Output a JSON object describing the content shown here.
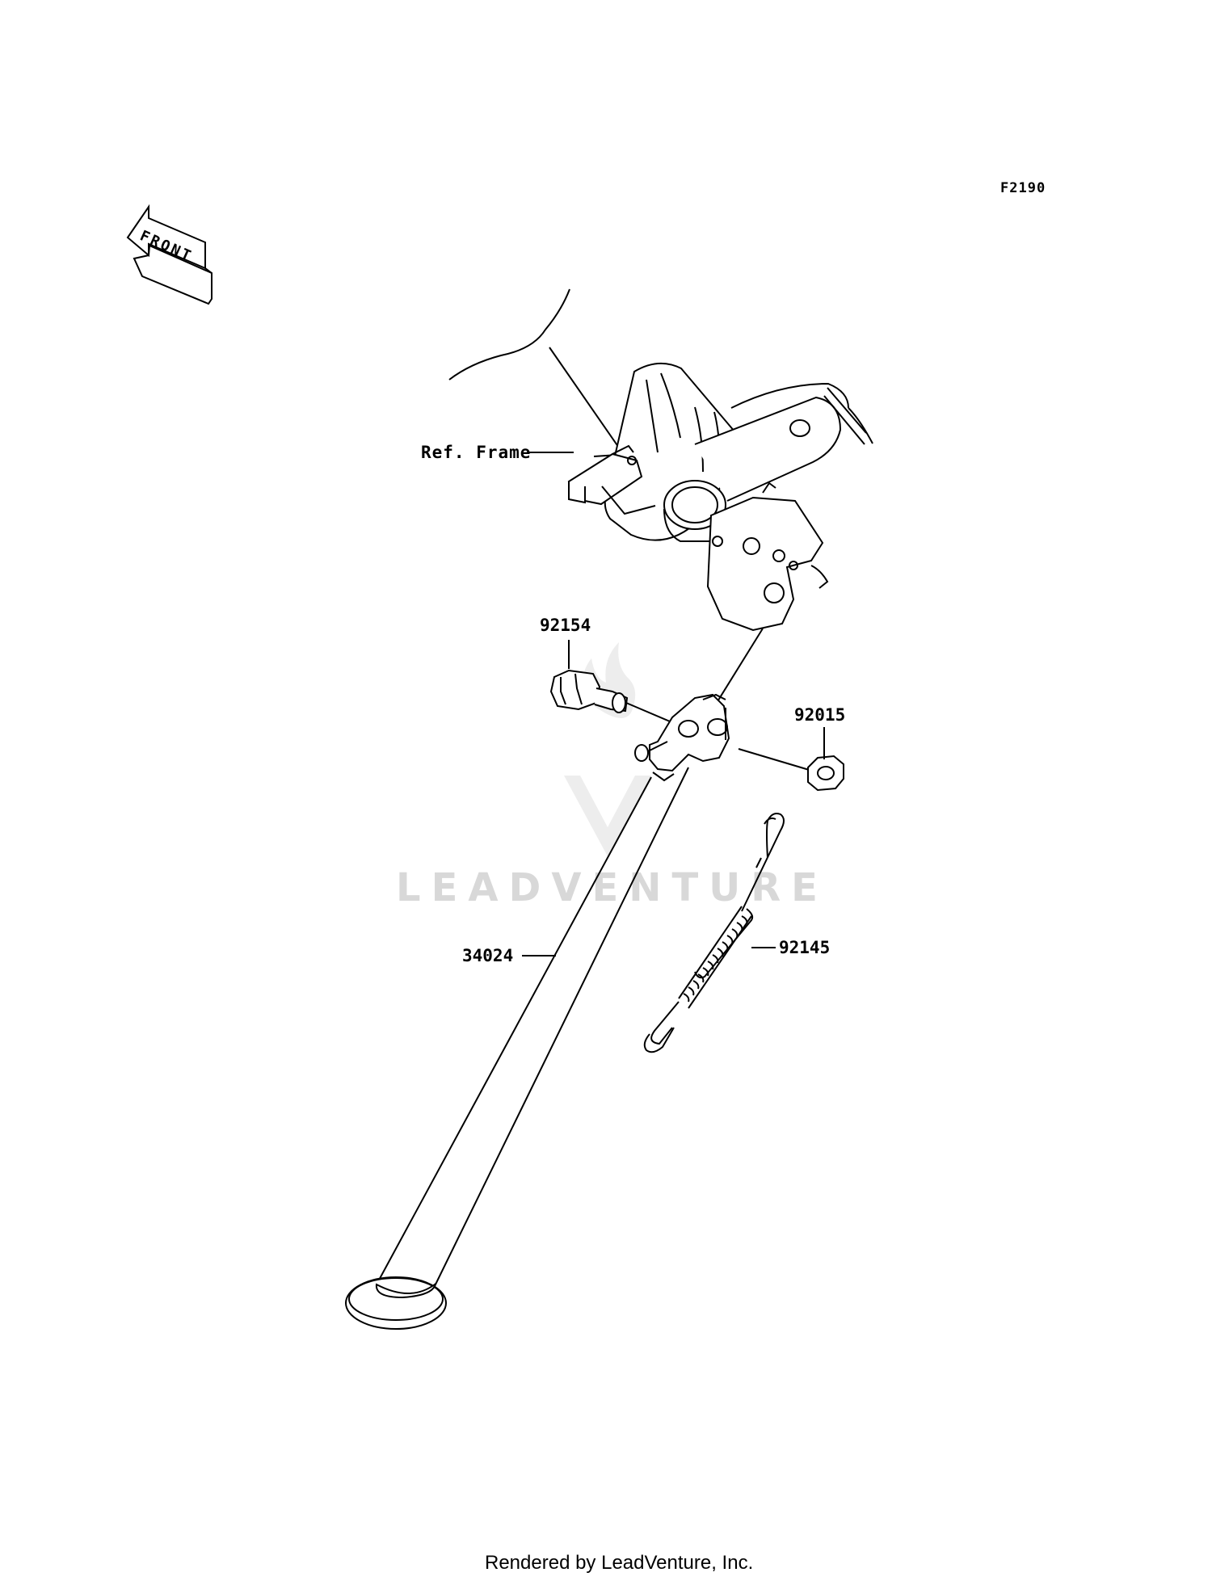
{
  "diagram": {
    "code": "F2190",
    "front_arrow_text": "FRONT",
    "frame_ref_label": "Ref. Frame",
    "watermark_text": "LEADVENTURE",
    "footer": "Rendered by LeadVenture, Inc.",
    "parts": [
      {
        "number": "92154"
      },
      {
        "number": "92015"
      },
      {
        "number": "34024"
      },
      {
        "number": "92145"
      }
    ]
  }
}
